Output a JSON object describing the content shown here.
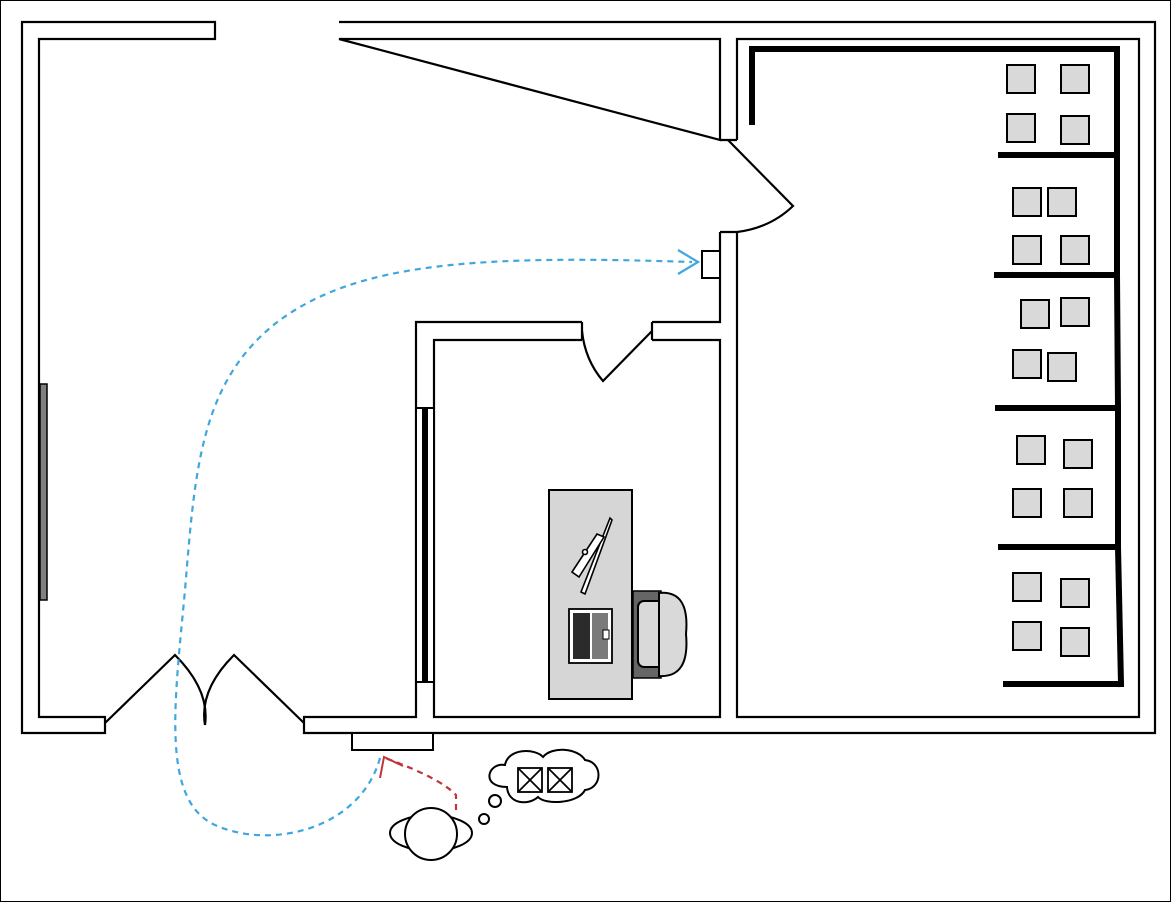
{
  "diagram": {
    "kind": "office floor plan",
    "colors": {
      "wall": "#000000",
      "background": "#ffffff",
      "furniture_fill": "#d9d9d9",
      "desk_fill": "#d6d6d6",
      "path_blue": "#3fa7dc",
      "path_red": "#c0353a",
      "window_fill": "#808080"
    },
    "icons": [
      "person-icon",
      "thought-bubble-icon",
      "checkbox-x-icon",
      "laptop-icon",
      "monitor-icon",
      "office-chair-icon",
      "wall-switch-icon",
      "card-reader-icon"
    ],
    "workstation_groups": 5,
    "seats_per_group": 4
  }
}
